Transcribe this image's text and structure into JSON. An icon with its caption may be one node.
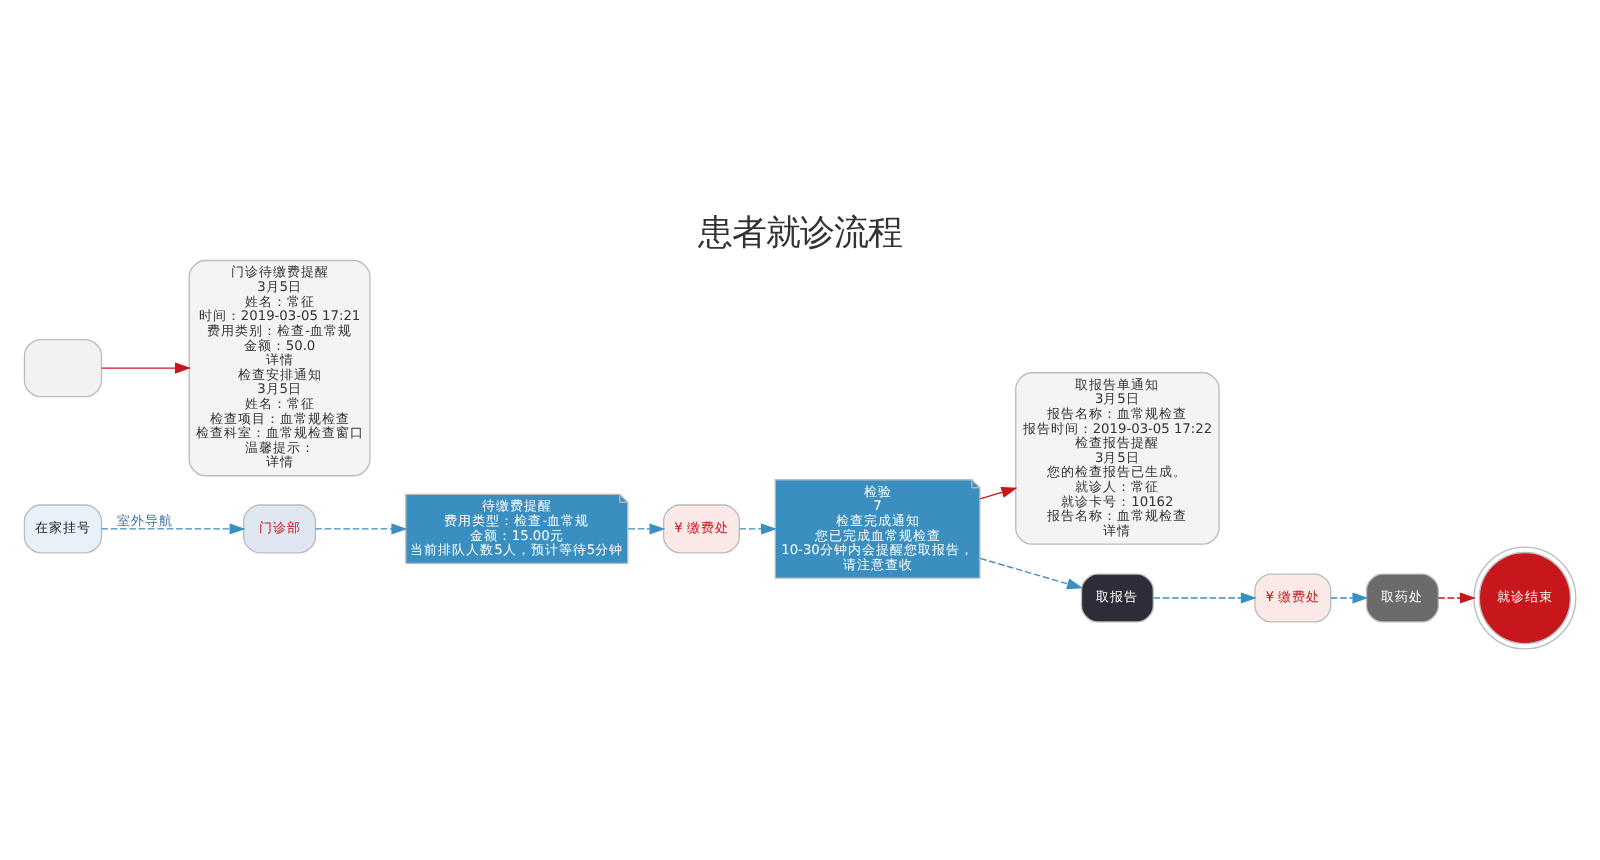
{
  "diagram": {
    "title": "患者就诊流程",
    "nodes": [
      {
        "text": [
          "在家挂号"
        ]
      },
      {
        "text": [
          "门诊部"
        ]
      },
      {
        "text": [
          "待缴费提醒",
          "费用类型：检查-血常规",
          "金额：15.00元",
          "当前排队人数5人，预计等待5分钟"
        ]
      },
      {
        "text": [],
        "shape": "box"
      },
      {
        "text": [
          "门诊待缴费提醒",
          "3月5日",
          "姓名：常征",
          "时间：2019-03-05 17:21",
          "费用类别：检查-血常规",
          "金额：50.0",
          "详情",
          "检查安排通知",
          "3月5日",
          "姓名：常征",
          "检查项目：血常规检查",
          "检查科室：血常规检查窗口",
          "温馨提示：",
          "详情"
        ]
      },
      {
        "text": [
          "¥ 缴费处"
        ]
      },
      {
        "text": [
          "检验",
          "7",
          "检查完成通知",
          "您已完成血常规检查",
          "10-30分钟内会提醒您取报告，",
          "请注意查收"
        ]
      },
      {
        "text": [
          "取报告单通知",
          "3月5日",
          "报告名称：血常规检查",
          "报告时间：2019-03-05 17:22",
          "检查报告提醒",
          "3月5日",
          "您的检查报告已生成。",
          "就诊人：常征",
          "就诊卡号：10162",
          "报告名称：血常规检查",
          "详情"
        ]
      },
      {
        "text": [
          "取报告"
        ]
      },
      {
        "text": [
          "¥ 缴费处"
        ]
      },
      {
        "text": [
          "取药处"
        ]
      },
      {
        "text": [
          "就诊结束"
        ]
      }
    ],
    "edges": [
      {
        "from": 0,
        "to": 1,
        "arrow": "to",
        "label": "室外导航",
        "style": "dashed"
      },
      {
        "from": 1,
        "to": 2,
        "arrow": "to",
        "style": "dashed"
      },
      {
        "from": 3,
        "to": 4,
        "arrow": "to",
        "color": "#c8161d"
      },
      {
        "from": 2,
        "to": 5,
        "arrow": "to",
        "style": "dashed"
      },
      {
        "from": 5,
        "to": 6,
        "arrow": "to",
        "style": "dashed"
      },
      {
        "from": 6,
        "to": 7,
        "arrow": "to",
        "color": "#c8161d"
      },
      {
        "from": 6,
        "to": 8,
        "arrow": "to",
        "style": "dashed"
      },
      {
        "from": 8,
        "to": 9,
        "arrow": "to",
        "style": "dashed"
      },
      {
        "from": 9,
        "to": 10,
        "arrow": "to",
        "style": "dashed"
      },
      {
        "from": 10,
        "to": 11,
        "arrow": "to",
        "style": "dashed",
        "color": "#c8161d"
      }
    ]
  }
}
